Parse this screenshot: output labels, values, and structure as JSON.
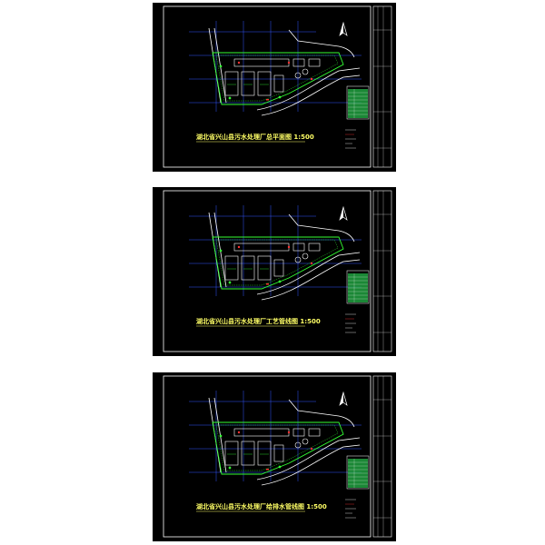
{
  "drawings": [
    {
      "title": "湖北省兴山县污水处理厂总平面图 1:500"
    },
    {
      "title": "湖北省兴山县污水处理厂工艺管线图 1:500"
    },
    {
      "title": "湖北省兴山县污水处理厂给排水管线图 1:500"
    }
  ],
  "colors": {
    "background": "#000000",
    "sheet_border": "#ffffff",
    "frame_line": "#ffffff",
    "grid_line": "#3355ff",
    "site_boundary": "#33ff33",
    "road": "#ffffff",
    "title_text": "#ffff66",
    "legend_fill": "#22aa44",
    "pipe_red": "#ff3333"
  },
  "icons": [
    "north-arrow-icon"
  ]
}
